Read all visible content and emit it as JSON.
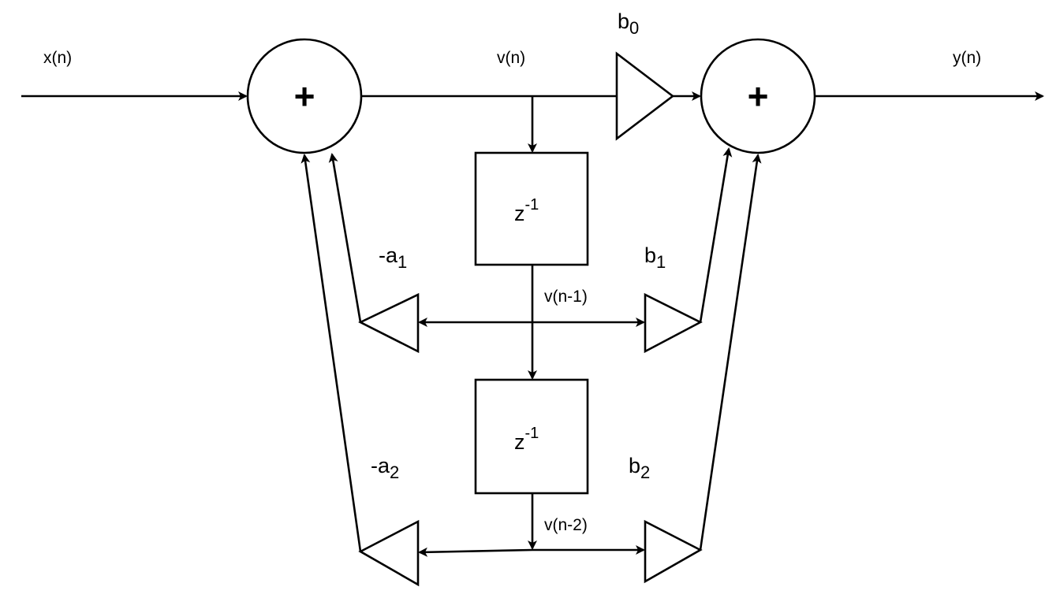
{
  "diagram": {
    "type": "Direct Form II biquad IIR filter block diagram",
    "signals": {
      "input": "x(n)",
      "output": "y(n)",
      "state": "v(n)",
      "delay1_out": "v(n-1)",
      "delay2_out": "v(n-2)"
    },
    "adders": [
      {
        "id": "input-adder",
        "symbol": "+"
      },
      {
        "id": "output-adder",
        "symbol": "+"
      }
    ],
    "delays": [
      {
        "id": "delay-1",
        "base": "z",
        "exponent": "-1"
      },
      {
        "id": "delay-2",
        "base": "z",
        "exponent": "-1"
      }
    ],
    "gains": {
      "b0": {
        "prefix": "",
        "base": "b",
        "sub": "0"
      },
      "b1": {
        "prefix": "",
        "base": "b",
        "sub": "1"
      },
      "b2": {
        "prefix": "",
        "base": "b",
        "sub": "2"
      },
      "a1": {
        "prefix": "-",
        "base": "a",
        "sub": "1"
      },
      "a2": {
        "prefix": "-",
        "base": "a",
        "sub": "2"
      }
    },
    "colors": {
      "stroke": "#000000",
      "background": "#ffffff"
    }
  }
}
